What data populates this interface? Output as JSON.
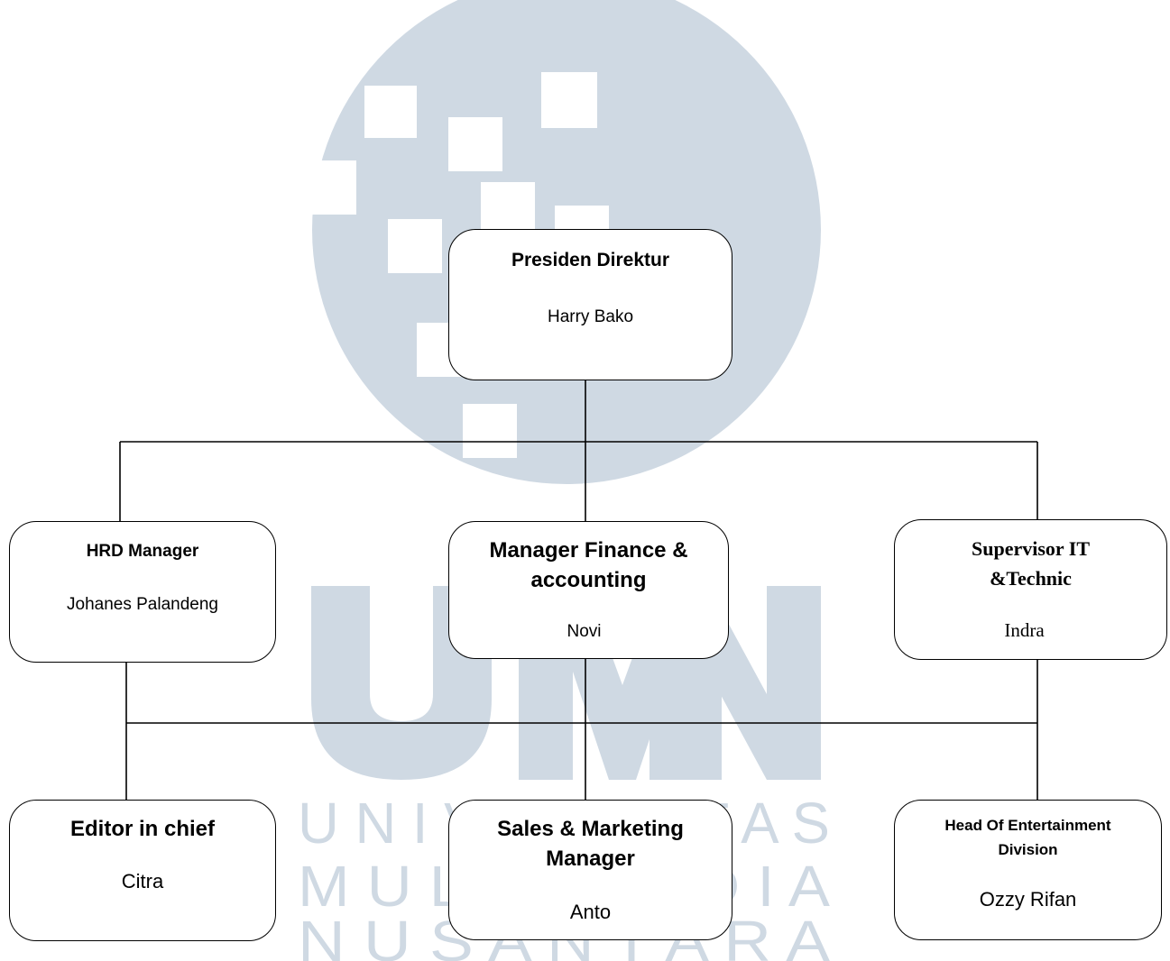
{
  "watermark": {
    "logo_letters": "UMN",
    "row1": "U N I V E R S I T A S",
    "row2": "M U L T I M E D I A",
    "row3": "N U S A N T A R A",
    "color": "#cfd9e3"
  },
  "org": {
    "president": {
      "title": "Presiden Direktur",
      "name": "Harry Bako"
    },
    "hrd": {
      "title": "HRD Manager",
      "name": "Johanes Palandeng"
    },
    "finance": {
      "title_line1": "Manager Finance &",
      "title_line2": "accounting",
      "name": "Novi"
    },
    "it": {
      "title_line1": "Supervisor IT",
      "title_line2": "&Technic",
      "name": "Indra"
    },
    "editor": {
      "title": "Editor in chief",
      "name": "Citra"
    },
    "sales": {
      "title_line1": "Sales & Marketing",
      "title_line2": "Manager",
      "name": "Anto"
    },
    "entertainment": {
      "title_line1": "Head Of Entertainment",
      "title_line2": "Division",
      "name": "Ozzy Rifan"
    }
  }
}
